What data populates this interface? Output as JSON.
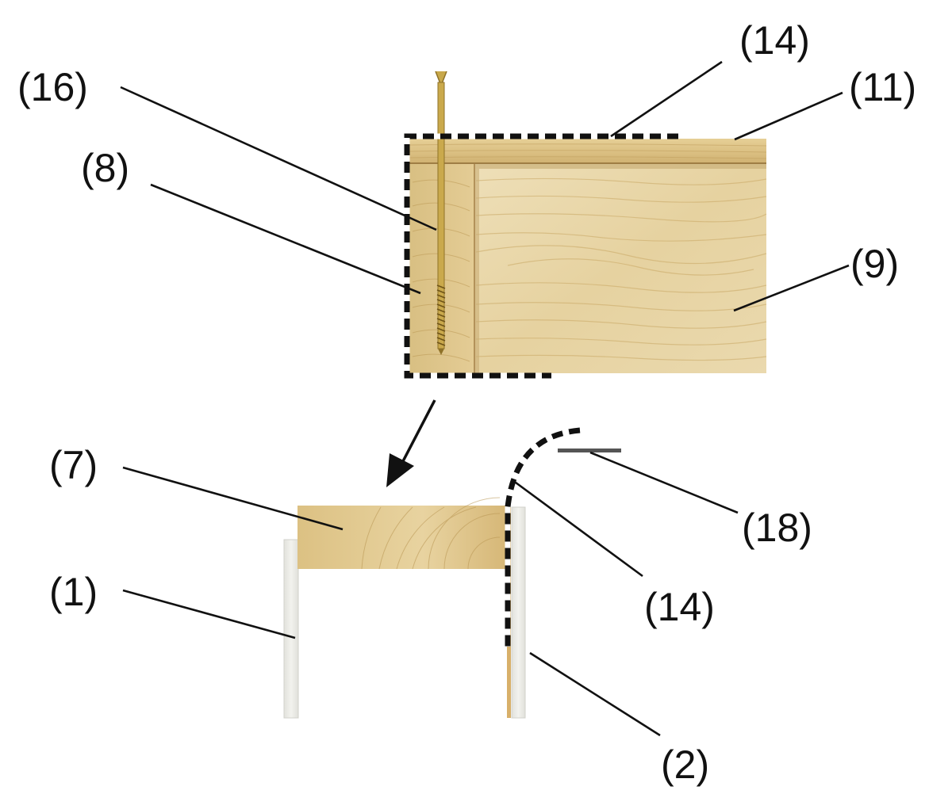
{
  "labels": {
    "l16": "(16)",
    "l14_top": "(14)",
    "l11": "(11)",
    "l8": "(8)",
    "l9": "(9)",
    "l7": "(7)",
    "l18": "(18)",
    "l14_bottom": "(14)",
    "l1": "(1)",
    "l2": "(2)"
  },
  "colors": {
    "wood_light": "#e9d6a4",
    "wood_mid": "#dcc080",
    "wood_dark": "#c9a560",
    "plaster": "#efefe9",
    "plaster_edge": "#d6d6cf",
    "screw": "#c8a84a",
    "line": "#111111"
  },
  "icons": {
    "arrow": "arrow-down-left-icon",
    "screw": "screw-icon"
  }
}
